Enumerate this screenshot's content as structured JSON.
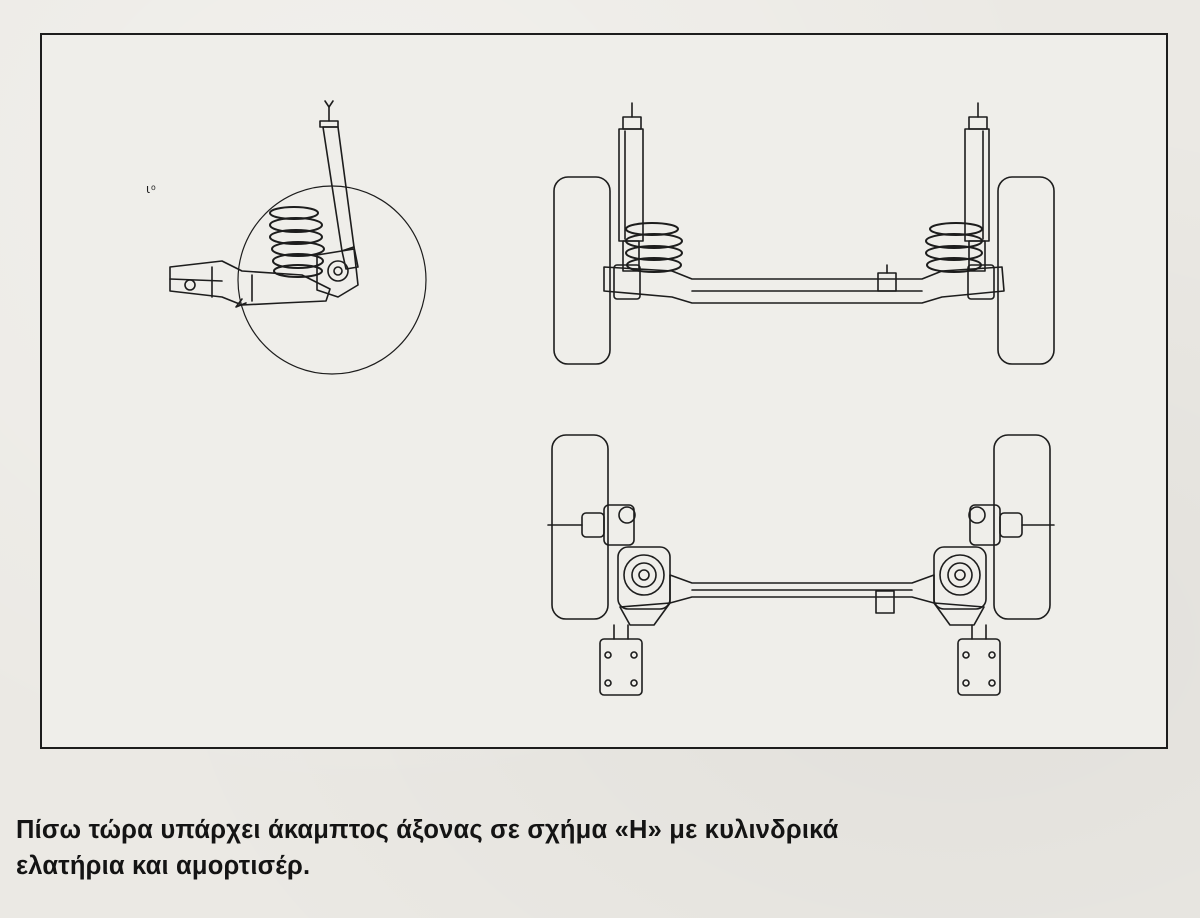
{
  "figure": {
    "views": [
      "side-view",
      "rear-view",
      "top-view"
    ]
  },
  "caption": {
    "line1": "Πίσω τώρα υπάρχει άκαμπτος άξονας σε σχήμα  «Η» με κυλινδρικά",
    "line2": "ελατήρια και αμορτισέρ."
  },
  "colors": {
    "paper": "#ebe9e4",
    "ink": "#1d1d1d"
  }
}
